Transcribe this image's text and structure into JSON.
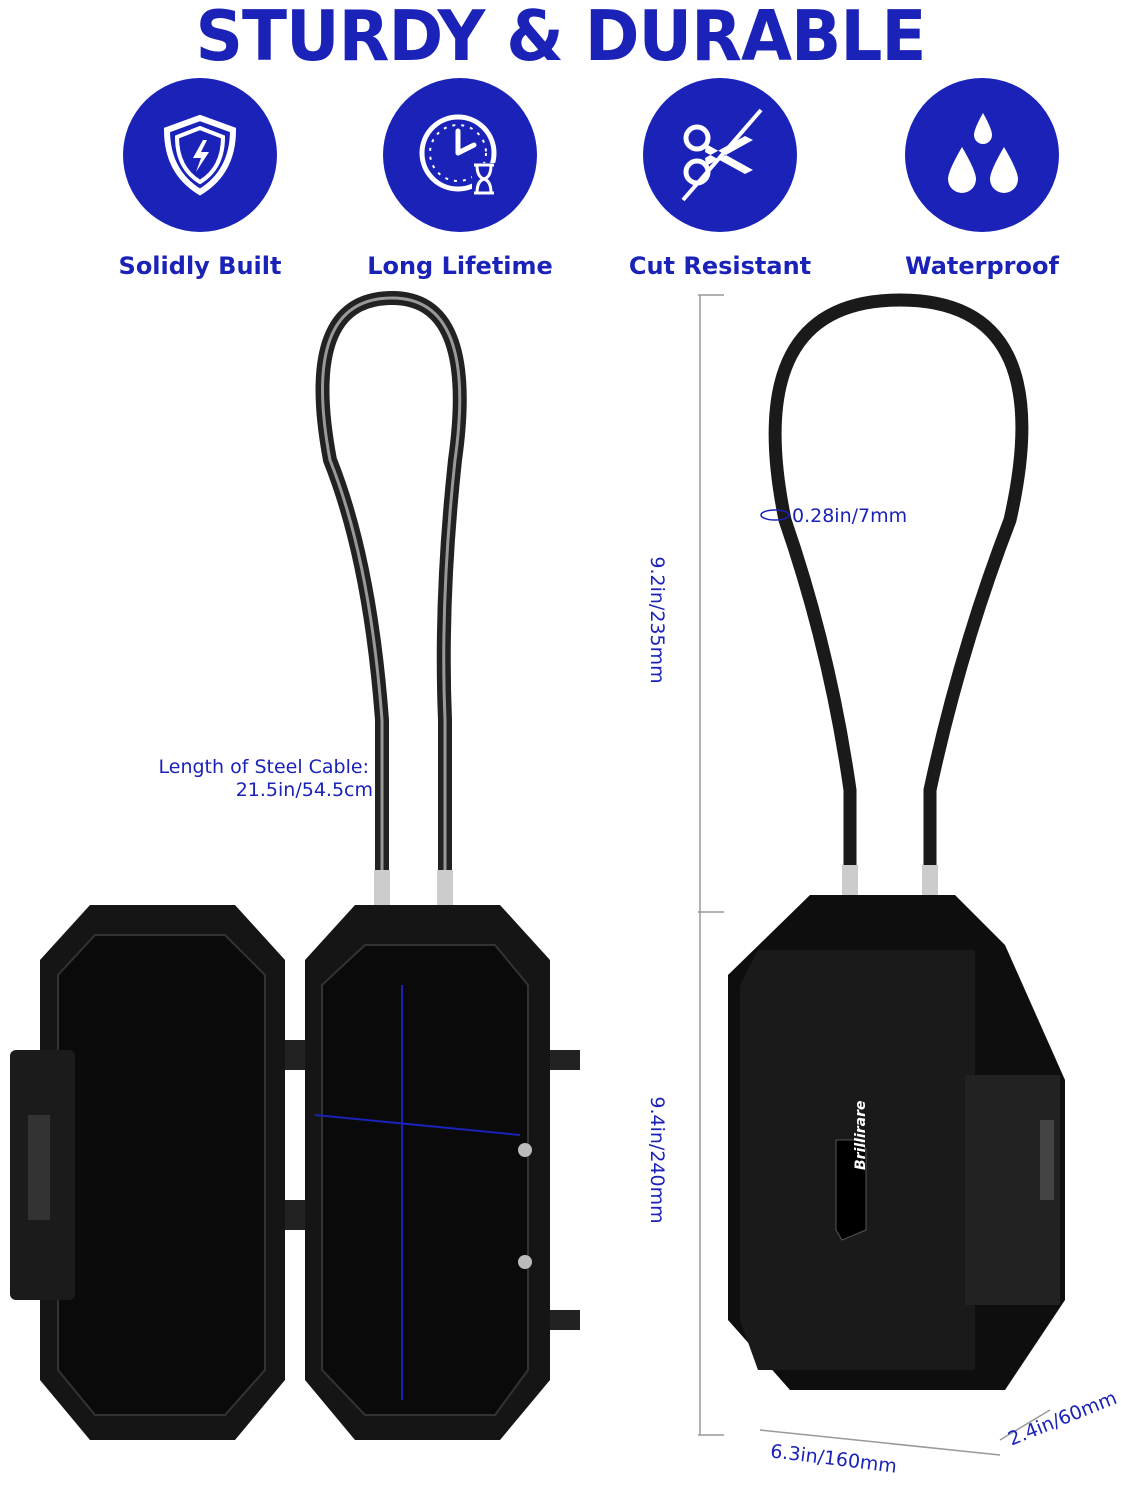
{
  "title": "STURDY & DURABLE",
  "features": [
    {
      "label": "Solidly Built",
      "icon": "shield-lightning-icon"
    },
    {
      "label": "Long Lifetime",
      "icon": "clock-hourglass-icon"
    },
    {
      "label": "Cut Resistant",
      "icon": "scissors-crossed-icon"
    },
    {
      "label": "Waterproof",
      "icon": "water-drops-icon"
    }
  ],
  "dimensions": {
    "cable_length_label": "Length of Steel Cable:",
    "cable_length_value": "21.5in/54.5cm",
    "cable_diameter": "0.28in/7mm",
    "cable_height": "9.2in/235mm",
    "box_height": "9.4in/240mm",
    "box_width": "6.3in/160mm",
    "box_depth": "2.4in/60mm"
  },
  "brand": "Brillirare",
  "colors": {
    "accent": "#1a22b8",
    "product": "#111111"
  }
}
